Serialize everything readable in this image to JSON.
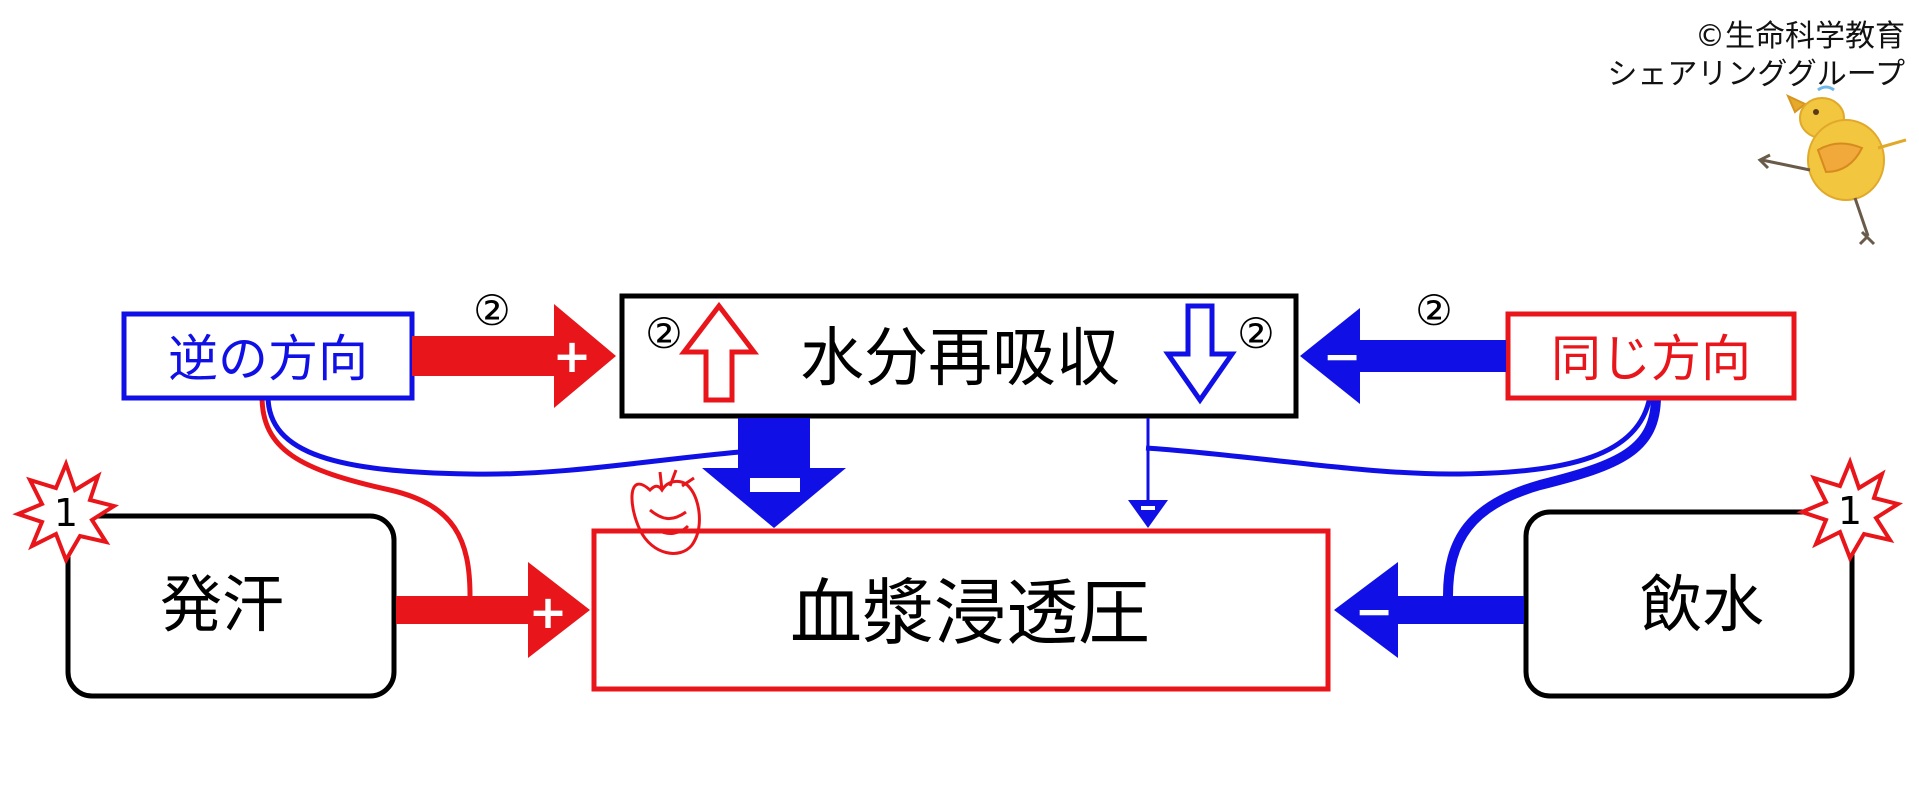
{
  "copyright": {
    "line1": "©生命科学教育",
    "line2": "シェアリンググループ"
  },
  "nodes": {
    "reabsorption": "水分再吸収",
    "plasma_osmotic_pressure": "血漿浸透圧",
    "sweating": "発汗",
    "drinking": "飲水",
    "opposite_direction": "逆の方向",
    "same_direction": "同じ方向"
  },
  "markers": {
    "step_two": "②",
    "step_one": "1"
  },
  "signs": {
    "plus": "+",
    "minus": "−"
  },
  "colors": {
    "red": "#e8161b",
    "blue": "#1010e6",
    "black": "#000000",
    "chick": "#f3c640"
  },
  "icons": {
    "heart": "heart-icon",
    "chick": "chick-mascot-icon",
    "burst": "starburst-icon"
  }
}
